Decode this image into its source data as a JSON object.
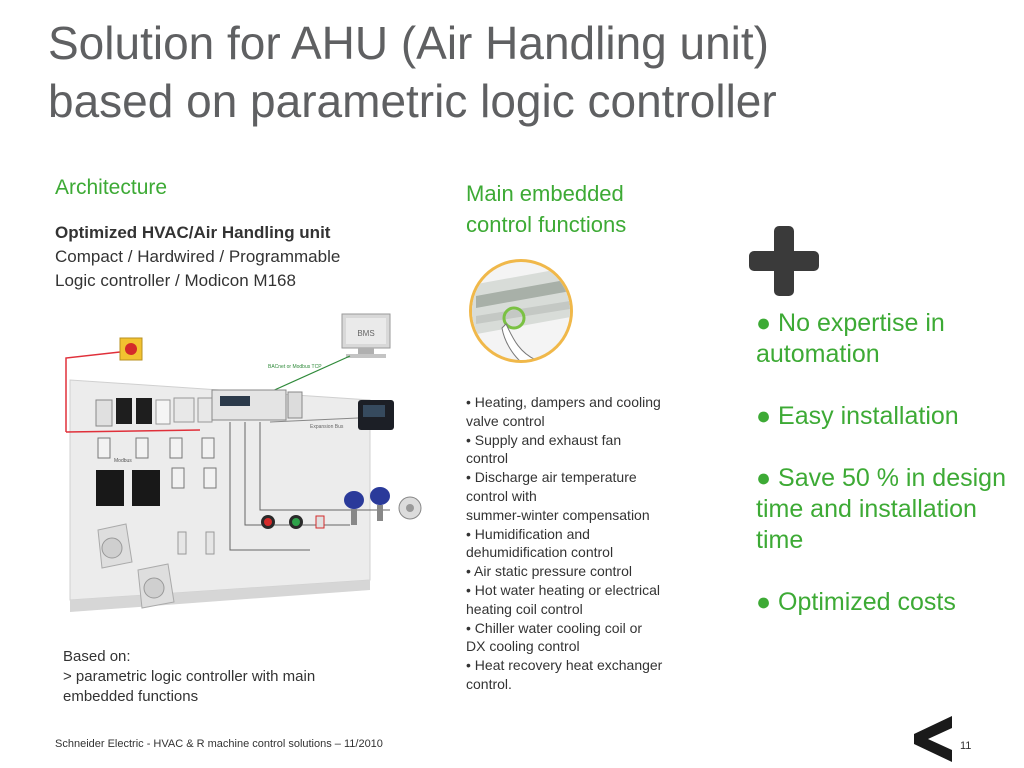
{
  "title": {
    "line1": "Solution for AHU (Air Handling unit)",
    "line2": "based on parametric logic controller"
  },
  "architecture": {
    "heading": "Architecture",
    "subtitle_bold": "Optimized HVAC/Air Handling unit",
    "subtitle_line2": "Compact / Hardwired / Programmable",
    "subtitle_line3": "Logic controller / Modicon M168"
  },
  "diagram": {
    "bms_label": "BMS",
    "network_label": "BACnet or Modbus TCP",
    "expansion_label": "Expansion Bus",
    "modbus_label": "Modbus"
  },
  "based_on": {
    "line1": "Based on:",
    "line2": "> parametric logic controller with main",
    "line3": "embedded functions"
  },
  "main_functions": {
    "heading_line1": "Main embedded",
    "heading_line2": "control functions",
    "items": [
      "• Heating, dampers and cooling",
      "valve control",
      "• Supply and exhaust fan",
      "control",
      "• Discharge air temperature",
      "control with",
      "summer-winter compensation",
      "• Humidification and",
      "dehumidification control",
      "• Air static pressure control",
      "• Hot water heating or electrical",
      "heating coil control",
      "• Chiller water cooling coil or",
      "DX cooling control",
      "• Heat recovery heat exchanger",
      "control."
    ]
  },
  "benefits": [
    "● No expertise in automation",
    "● Easy installation",
    "● Save 50 % in design time and installation time",
    "● Optimized costs"
  ],
  "footer": {
    "text": "Schneider Electric - HVAC & R machine control solutions – 11/2010",
    "page": "11"
  },
  "colors": {
    "accent_green": "#3daa35",
    "title_gray": "#5f6062",
    "dark_icon": "#3a3a3a",
    "wire_red": "#e0303a",
    "ring_orange": "#f0b84a"
  }
}
